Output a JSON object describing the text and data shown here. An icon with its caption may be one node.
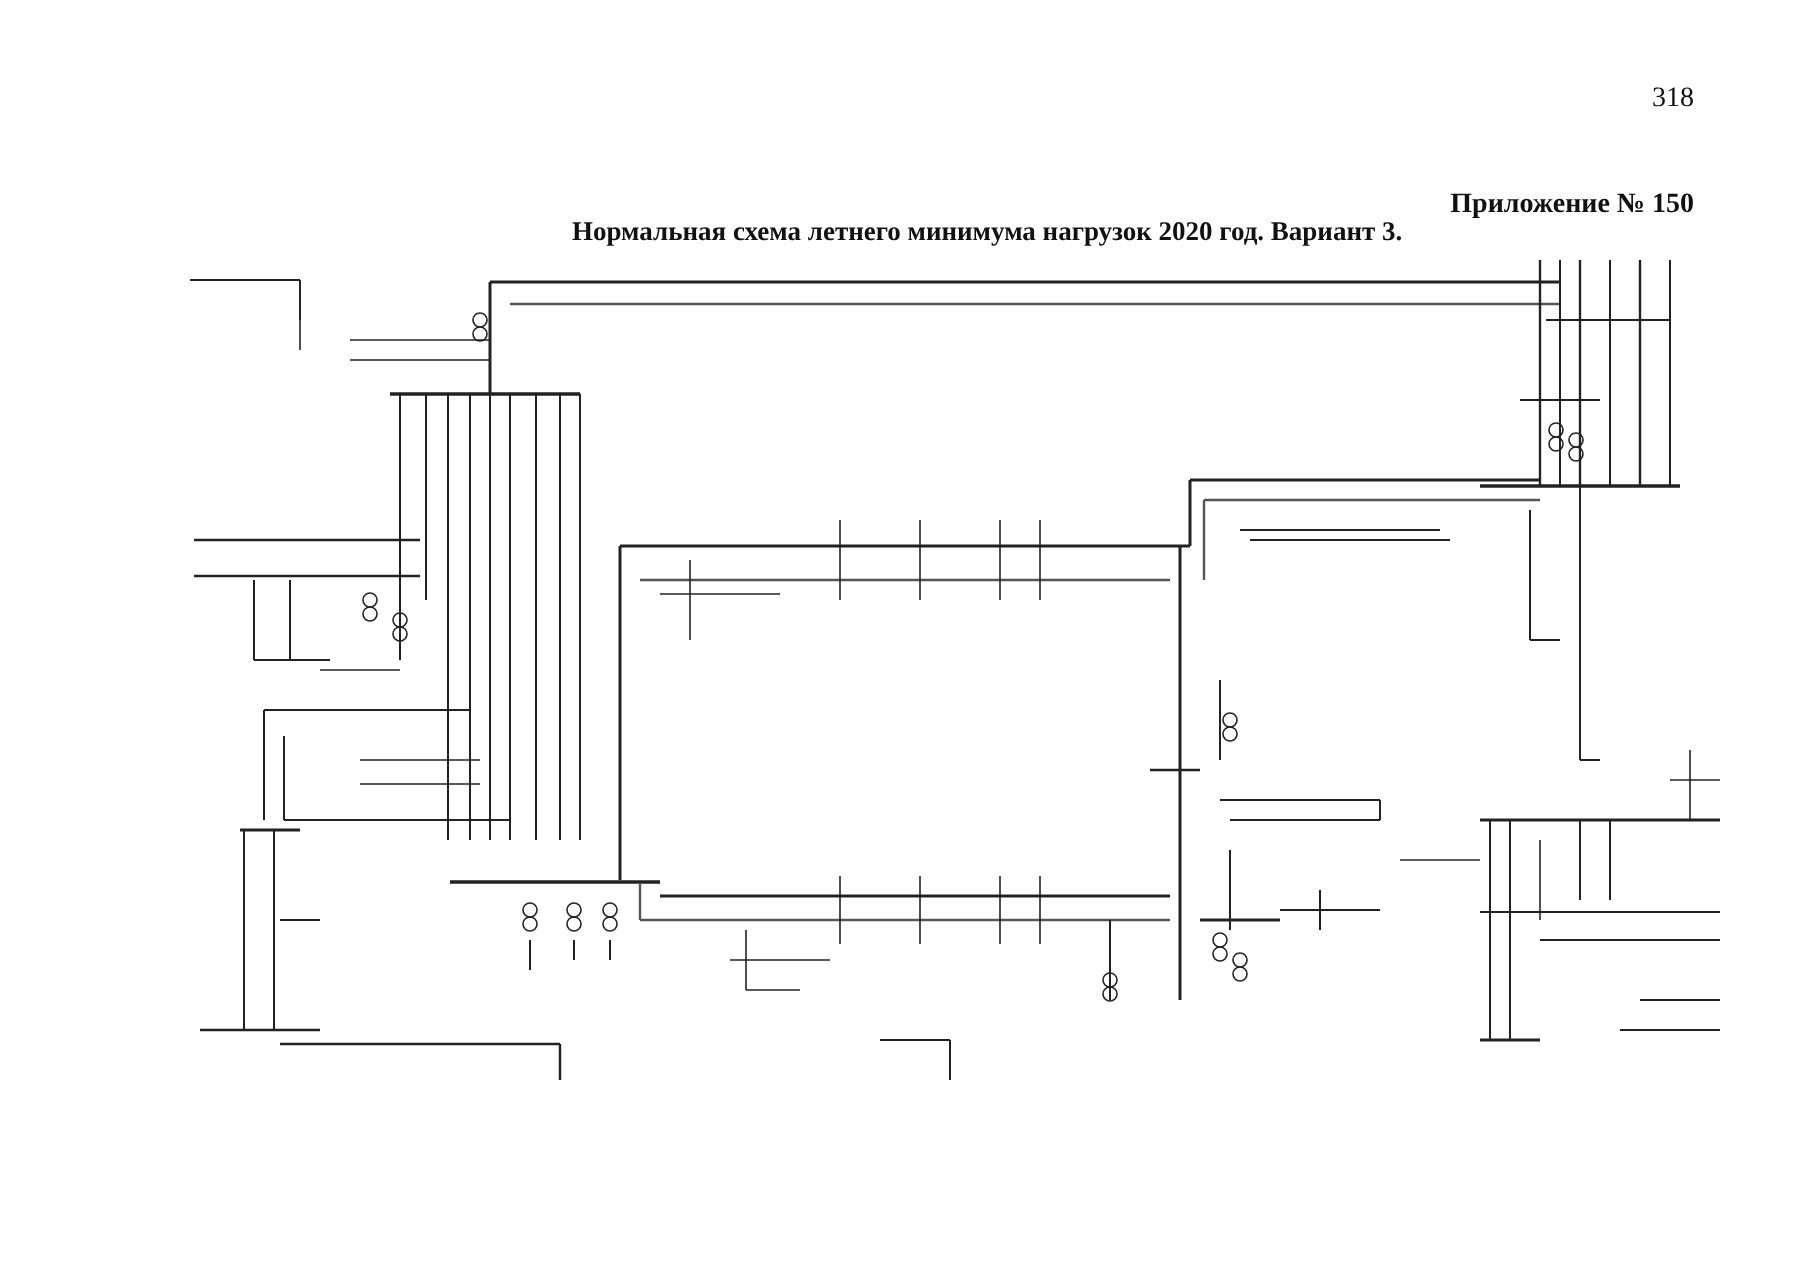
{
  "diagram": {
    "title": "Нормальная схема летнего минимума нагрузок 2020 год. Вариант 3.",
    "labels": [
      "318",
      "Приложение № 150"
    ]
  }
}
